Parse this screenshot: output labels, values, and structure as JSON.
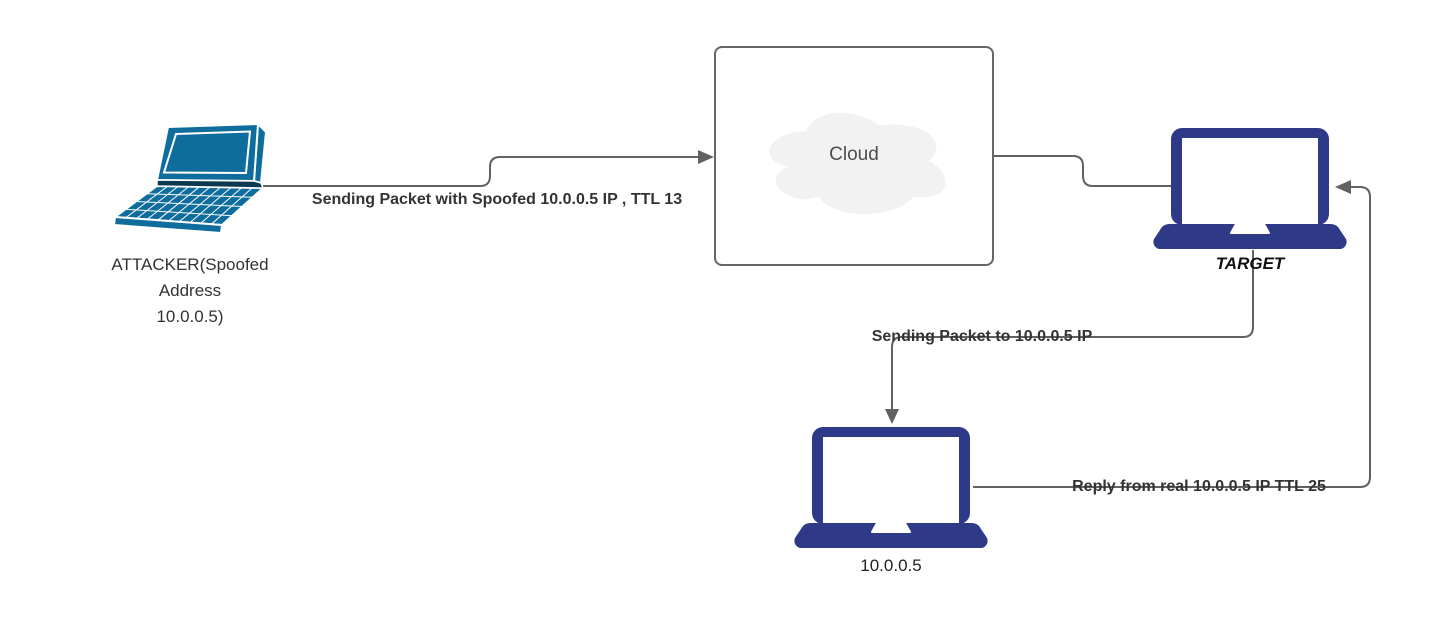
{
  "diagram": {
    "type": "network-attack-flow-diagram",
    "colors": {
      "attacker_laptop_fill": "#0E6D9C",
      "attacker_laptop_hinge": "#0B3950",
      "navy_laptop_fill": "#2E3A87",
      "connector_stroke": "#616161",
      "edge_label_color": "#333333",
      "node_label_color": "#333333",
      "cloud_box_border": "#666666",
      "cloud_fill": "#F2F2F2",
      "cloud_label_color": "#4D4D4D"
    },
    "nodes": {
      "attacker": {
        "icon": "laptop-3d-icon",
        "label_lines": [
          "ATTACKER(Spoofed",
          "Address",
          "10.0.0.5)"
        ]
      },
      "cloud": {
        "label": "Cloud"
      },
      "target": {
        "icon": "laptop-icon",
        "label": "TARGET"
      },
      "real_host": {
        "icon": "laptop-icon",
        "label": "10.0.0.5"
      }
    },
    "edges": [
      {
        "id": "attacker-to-cloud",
        "label": "Sending Packet with Spoofed 10.0.0.5 IP , TTL 13",
        "arrow": "right"
      },
      {
        "id": "cloud-to-target",
        "label": "",
        "arrow": "none"
      },
      {
        "id": "target-to-real-host",
        "label": "Sending Packet to 10.0.0.5 IP",
        "arrow": "down"
      },
      {
        "id": "real-host-to-target",
        "label": "Reply from real 10.0.0.5 IP TTL 25",
        "arrow": "left"
      }
    ]
  }
}
